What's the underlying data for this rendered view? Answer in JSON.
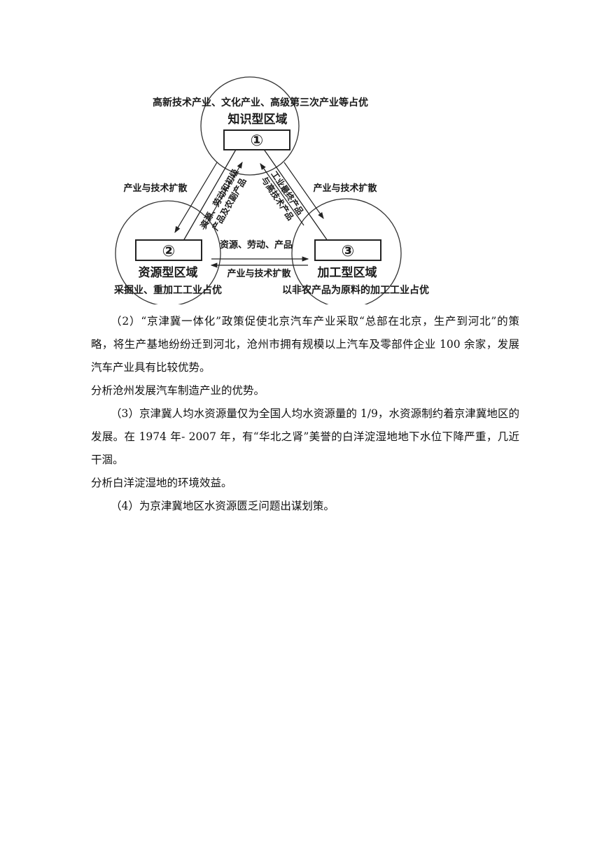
{
  "diagram": {
    "top_caption": "高新技术产业、文化产业、高级第三次产业等占优",
    "region1": {
      "title": "知识型区域",
      "mark": "①"
    },
    "region2": {
      "title": "资源型区域",
      "mark": "②",
      "caption": "采掘业、重加工工业占优"
    },
    "region3": {
      "title": "加工型区域",
      "mark": "③",
      "caption": "以非农产品为原料的加工工业占优"
    },
    "flows": {
      "left_outer": "产业与技术扩散",
      "right_outer": "产业与技术扩散",
      "left_inner_a": "资源、劳动和初级",
      "left_inner_b": "产品及农副产品",
      "right_inner_a": "工业最终产品",
      "right_inner_b": "与高技术产品",
      "bottom_upper": "资源、劳动、产品",
      "bottom_lower": "产业与技术扩散"
    }
  },
  "questions": {
    "q2_text": "（2）“京津冀一体化”政策促使北京汽车产业采取“总部在北京，生产到河北”的策略，将生产基地纷纷迁到河北，沧州市拥有规模以上汽车及零部件企业 100 余家，发展汽车产业具有比较优势。",
    "q2_ask": "分析沧州发展汽车制造产业的优势。",
    "q3_text": "（3）京津冀人均水资源量仅为全国人均水资源量的 1/9，水资源制约着京津冀地区的发展。在 1974 年- 2007 年，有“华北之肾”美誉的白洋淀湿地地下水位下降严重，几近干涸。",
    "q3_ask": "分析白洋淀湿地的环境效益。",
    "q4_text": "（4）为京津冀地区水资源匮乏问题出谋划策。"
  }
}
